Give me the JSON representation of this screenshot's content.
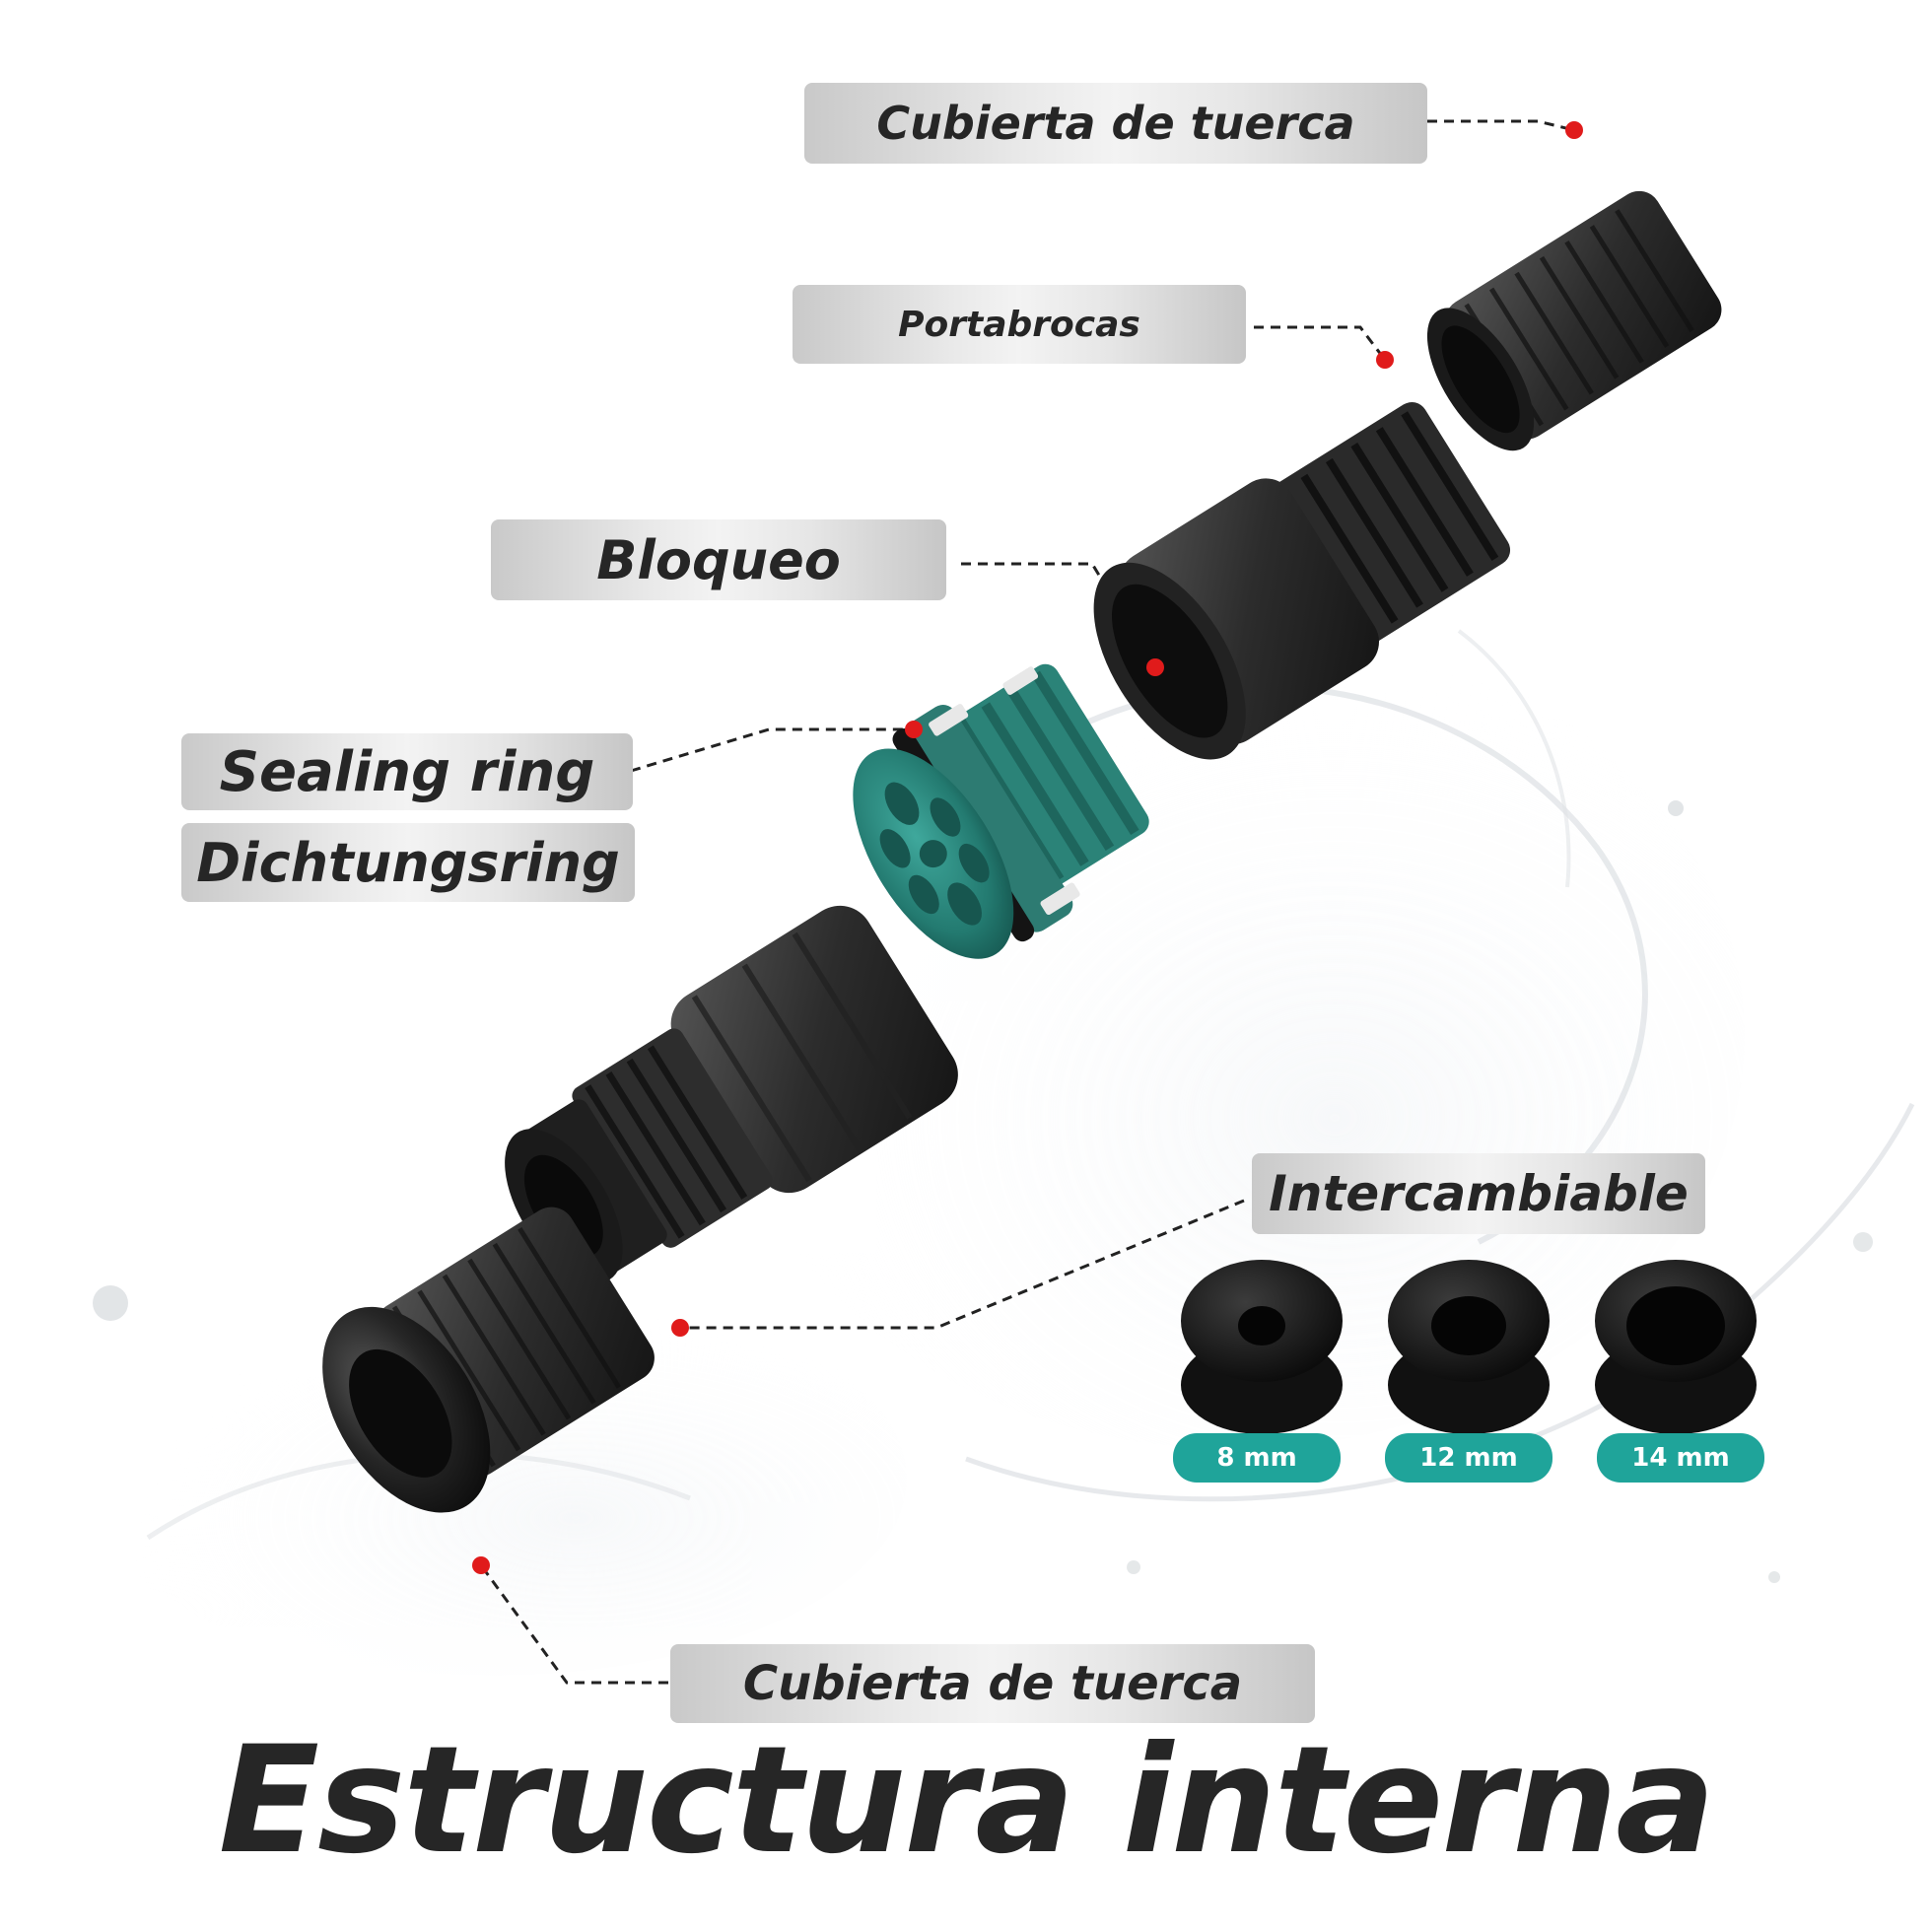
{
  "title": "Estructura interna",
  "callouts": {
    "top_nut_cover": "Cubierta de tuerca",
    "chuck_holder": "Portabrocas",
    "lock": "Bloqueo",
    "sealing_ring_en": "Sealing ring",
    "sealing_ring_de": "Dichtungsring",
    "interchangeable": "Intercambiable",
    "bottom_nut_cover": "Cubierta de tuerca"
  },
  "seal_sizes": [
    "8 mm",
    "12 mm",
    "14 mm"
  ],
  "colors": {
    "part_black": "#1c1c1c",
    "part_dark_grey": "#3a3a3a",
    "connector_teal": "#2f8f84",
    "badge_teal": "#1fa49a",
    "marker_red": "#e01b1b",
    "label_grey": "#dcdcdc",
    "text": "#262626"
  }
}
